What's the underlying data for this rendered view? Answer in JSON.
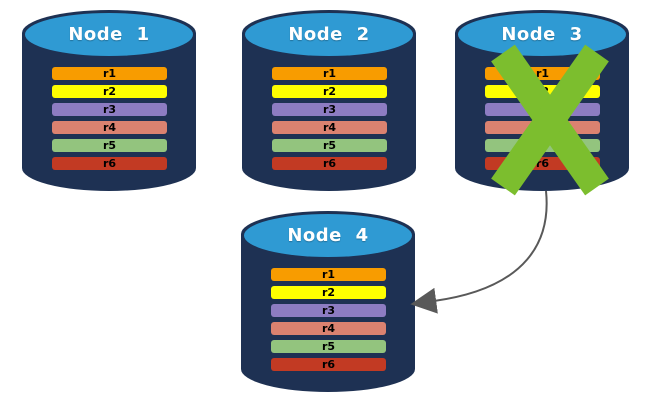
{
  "canvas": {
    "background": "#FFFFFF"
  },
  "nodes": [
    {
      "label": "Node 1",
      "failed": false
    },
    {
      "label": "Node 2",
      "failed": false
    },
    {
      "label": "Node 3",
      "failed": true
    },
    {
      "label": "Node 4",
      "failed": false
    }
  ],
  "rows": [
    {
      "label": "r1",
      "color": "#F89C00"
    },
    {
      "label": "r2",
      "color": "#FFFF00"
    },
    {
      "label": "r3",
      "color": "#8D7CC2"
    },
    {
      "label": "r4",
      "color": "#DB8270"
    },
    {
      "label": "r5",
      "color": "#93C47E"
    },
    {
      "label": "r6",
      "color": "#C23A23"
    }
  ],
  "colors": {
    "cylinder_body": "#1E3153",
    "cylinder_top": "#2F9AD3",
    "node_label": "#FFFFFF",
    "row_label": "#000000",
    "failure_x": "#7CBE2E",
    "arrow": "#595959"
  },
  "arrow": {
    "from": "Node 3",
    "to": "Node 4"
  }
}
